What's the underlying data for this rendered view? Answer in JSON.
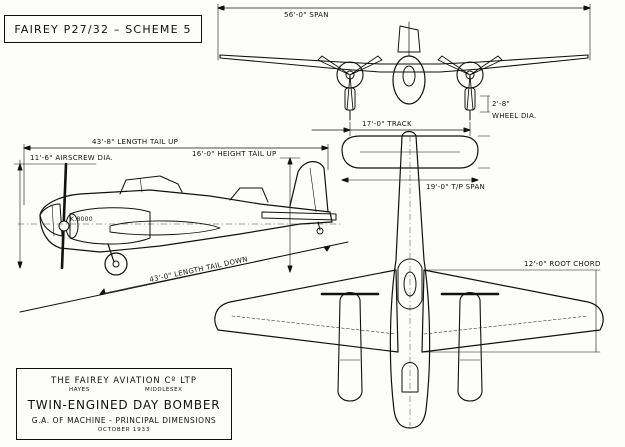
{
  "drawing": {
    "title": "FAIREY P27/32 – SCHEME 5",
    "dimensions": {
      "span": "56'-0\" SPAN",
      "wheel_dia": "2'-8\"",
      "wheel_dia_label": "WHEEL DIA.",
      "track": "17'-0\" TRACK",
      "length_tail_up": "43'-8\" LENGTH TAIL UP",
      "airscrew_dia": "11'-6\" AIRSCREW DIA.",
      "height_tail_up": "16'-0\" HEIGHT TAIL UP",
      "tailplane_span": "19'-0\" T/P SPAN",
      "length_tail_down": "43'-0\" LENGTH TAIL DOWN",
      "root_chord": "12'-0\" ROOT CHORD"
    },
    "fuselage_marking": "K.8000",
    "title_block": {
      "company": "THE FAIREY AVIATION Cº LTP",
      "location_left": "HAYES",
      "location_right": "MIDDLESEX",
      "heading": "TWIN-ENGINED DAY BOMBER",
      "subheading": "G.A. OF MACHINE - PRINCIPAL DIMENSIONS",
      "date": "OCTOBER 1933"
    }
  }
}
